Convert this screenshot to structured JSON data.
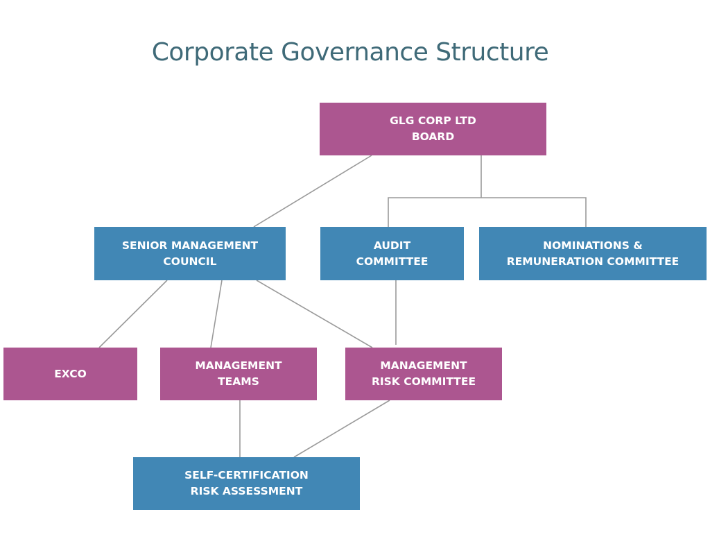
{
  "title": "Corporate Governance Structure",
  "colors": {
    "board_level": "#ac5690",
    "committee_level": "#4187b5",
    "title": "#3f6a78",
    "connector": "#9a9a9a"
  },
  "nodes": {
    "board": {
      "label": "GLG CORP LTD\nBOARD",
      "color": "magenta"
    },
    "senior_management_council": {
      "label": "SENIOR MANAGEMENT\nCOUNCIL",
      "color": "blue"
    },
    "audit_committee": {
      "label": "AUDIT\nCOMMITTEE",
      "color": "blue"
    },
    "nominations_remuneration_committee": {
      "label": "NOMINATIONS &\nREMUNERATION  COMMITTEE",
      "color": "blue"
    },
    "exco": {
      "label": "EXCO",
      "color": "magenta"
    },
    "management_teams": {
      "label": "MANAGEMENT\nTEAMS",
      "color": "magenta"
    },
    "management_risk_committee": {
      "label": "MANAGEMENT\nRISK COMMITTEE",
      "color": "magenta"
    },
    "self_certification": {
      "label": "SELF-CERTIFICATION\nRISK ASSESSMENT",
      "color": "blue"
    }
  },
  "edges": [
    [
      "board",
      "senior_management_council"
    ],
    [
      "board",
      "audit_committee"
    ],
    [
      "board",
      "nominations_remuneration_committee"
    ],
    [
      "senior_management_council",
      "exco"
    ],
    [
      "senior_management_council",
      "management_teams"
    ],
    [
      "senior_management_council",
      "management_risk_committee"
    ],
    [
      "audit_committee",
      "management_risk_committee"
    ],
    [
      "management_teams",
      "self_certification"
    ],
    [
      "management_risk_committee",
      "self_certification"
    ]
  ]
}
